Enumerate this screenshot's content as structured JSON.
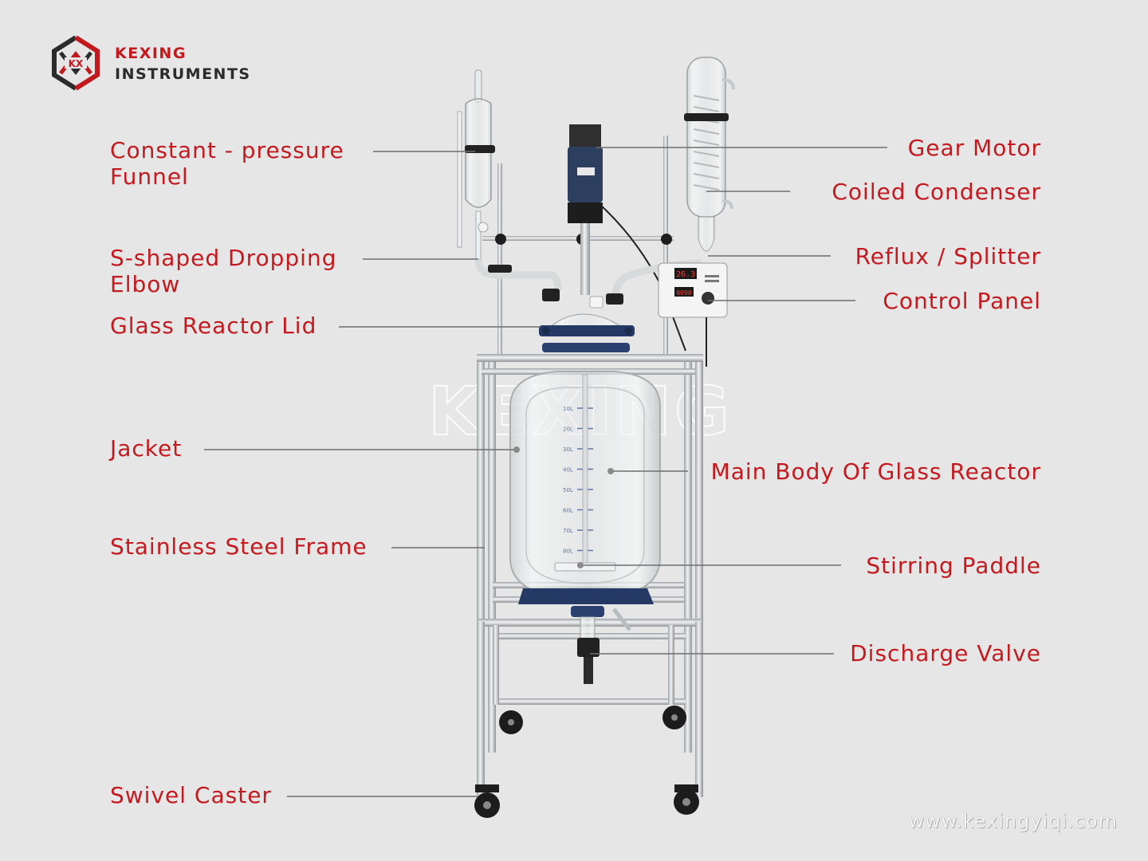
{
  "brand": {
    "logo_text": "KX",
    "line1": "KEXING",
    "line2": "INSTRUMENTS"
  },
  "watermark": "KEXING",
  "website": "www.kexingyiqi.com",
  "controller_display": {
    "temperature": "26.3",
    "speed": "0090"
  },
  "labels_left": [
    {
      "id": "funnel",
      "text": "Constant - pressure\nFunnel"
    },
    {
      "id": "elbow",
      "text": "S-shaped Dropping\nElbow"
    },
    {
      "id": "lid",
      "text": "Glass Reactor Lid"
    },
    {
      "id": "jacket",
      "text": "Jacket"
    },
    {
      "id": "frame",
      "text": "Stainless Steel Frame"
    },
    {
      "id": "caster",
      "text": "Swivel Caster"
    }
  ],
  "labels_right": [
    {
      "id": "motor",
      "text": "Gear Motor"
    },
    {
      "id": "condenser",
      "text": "Coiled Condenser"
    },
    {
      "id": "reflux",
      "text": "Reflux / Splitter"
    },
    {
      "id": "control",
      "text": "Control Panel"
    },
    {
      "id": "body",
      "text": "Main Body Of Glass Reactor"
    },
    {
      "id": "paddle",
      "text": "Stirring Paddle"
    },
    {
      "id": "valve",
      "text": "Discharge Valve"
    }
  ],
  "vessel_scale": [
    "10L",
    "20L",
    "30L",
    "40L",
    "50L",
    "60L",
    "70L",
    "80L"
  ],
  "colors": {
    "label_red": "#c41a1f",
    "leader_gray": "#6f6f6f",
    "background": "#e6e6e6",
    "frame_steel": "#c9ccd0",
    "flange_blue": "#243a64"
  }
}
